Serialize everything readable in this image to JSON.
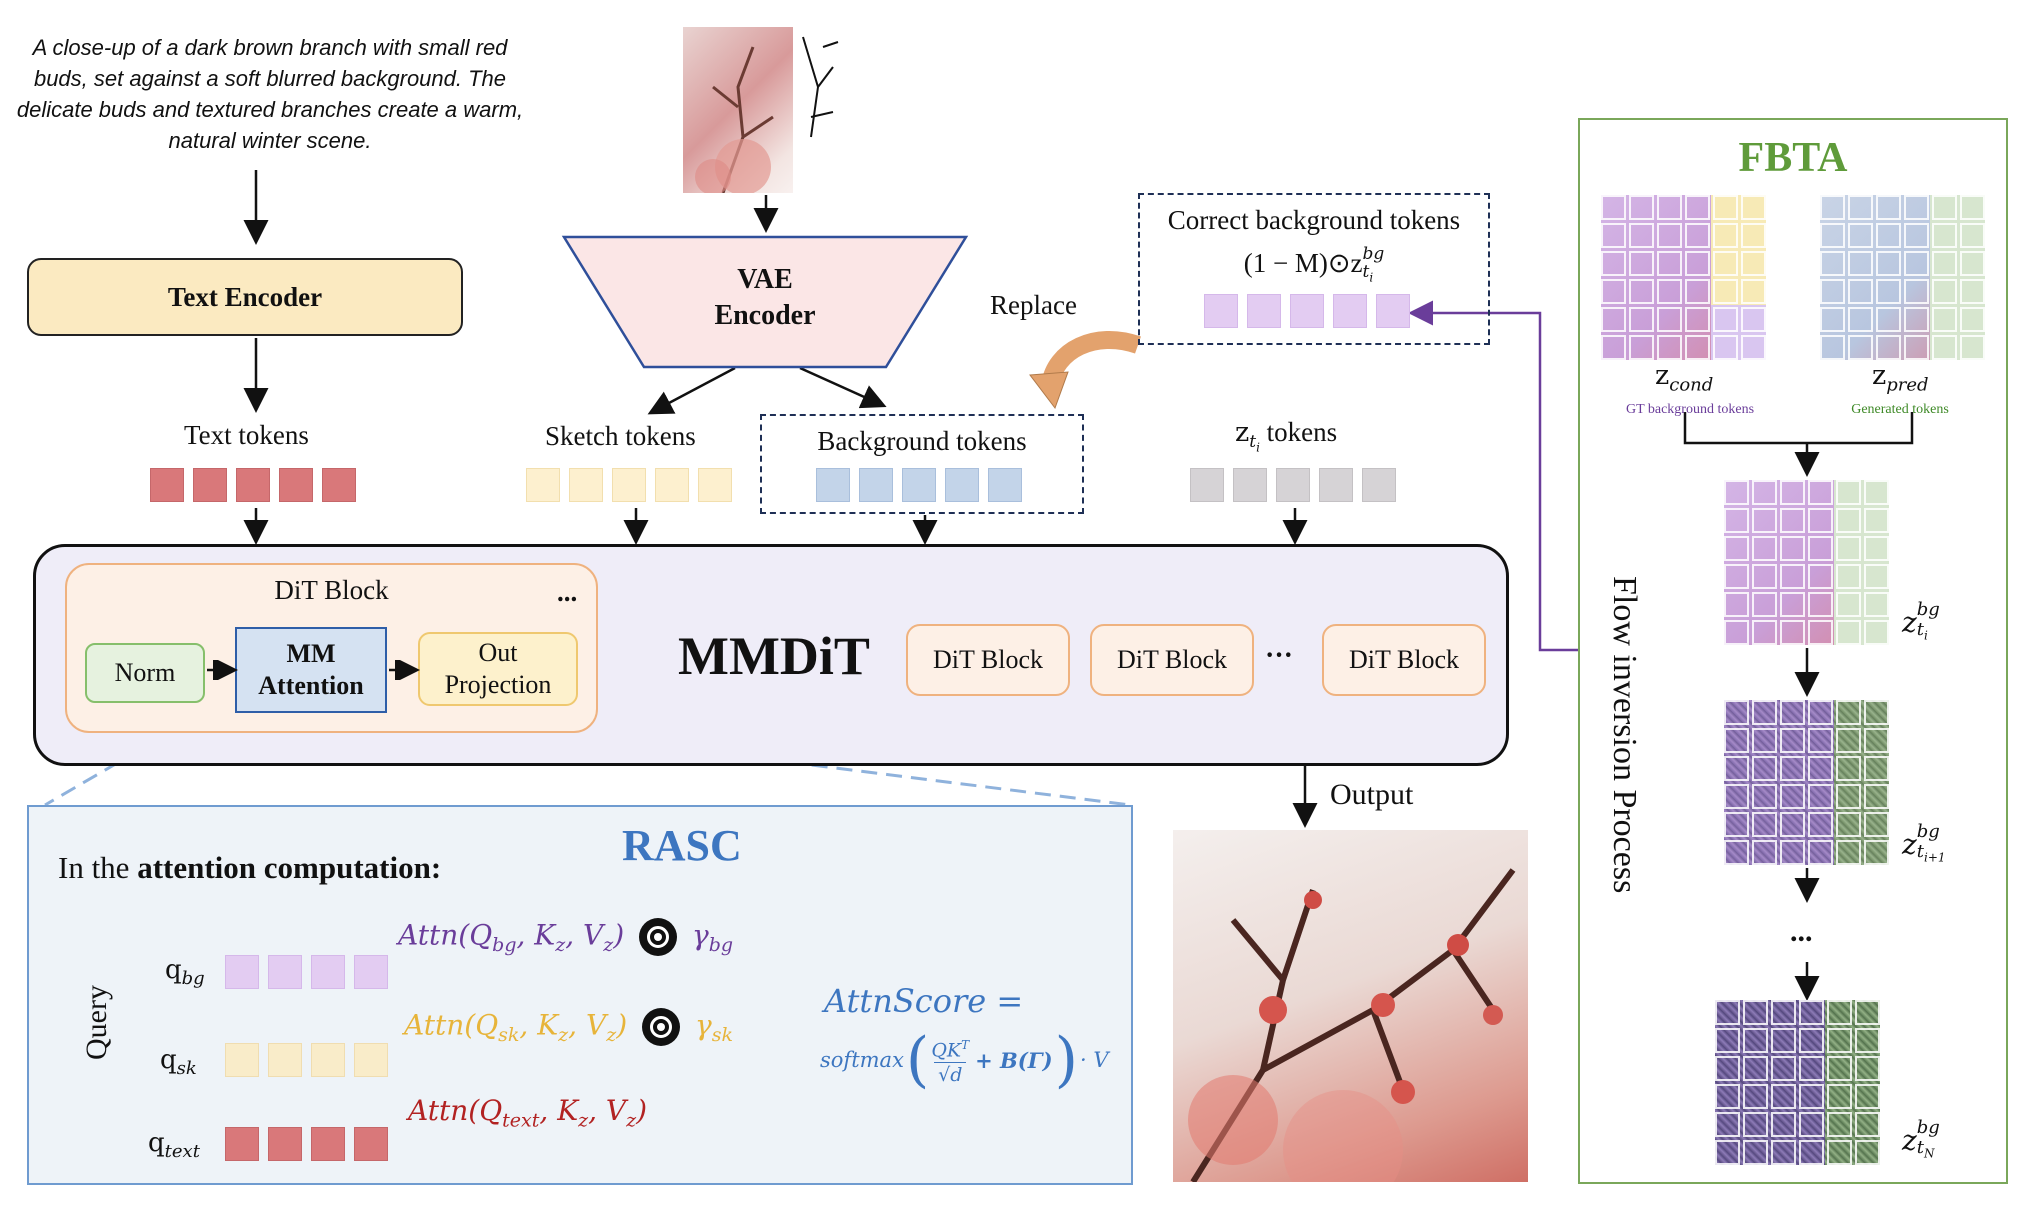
{
  "prompt_text": "A close-up of a dark brown branch with small red buds, set against a soft blurred background. The delicate buds and textured branches create a warm, natural winter scene.",
  "text_encoder": "Text Encoder",
  "vae_encoder": {
    "line1": "VAE",
    "line2": "Encoder"
  },
  "replace_label": "Replace",
  "correct_bg": {
    "title": "Correct background tokens",
    "formula_main": "(1 − M)⊙z",
    "formula_sup": "bg",
    "formula_sub": "t",
    "formula_subsub": "i"
  },
  "token_labels": {
    "text": "Text tokens",
    "sketch": "Sketch tokens",
    "background": "Background tokens",
    "zt_main": "z",
    "zt_sub": "t",
    "zt_subsub": "i",
    "zt_suffix": " tokens"
  },
  "mmdit": {
    "title": "MMDiT",
    "dit_block_title": "DiT Block",
    "ellipsis": "...",
    "norm": "Norm",
    "mm_attention": {
      "line1": "MM",
      "line2": "Attention"
    },
    "out_projection": {
      "line1": "Out",
      "line2": "Projection"
    },
    "blocks": [
      "DiT Block",
      "DiT Block",
      "DiT Block"
    ],
    "dots": "···"
  },
  "output_label": "Output",
  "rasc": {
    "title": "RASC",
    "heading_plain": "In the ",
    "heading_bold": "attention computation:",
    "query_label": "Query",
    "rows": [
      {
        "q": "q",
        "q_sub": "bg",
        "attn": "Attn(Q",
        "attn_sub": "bg",
        "attn_rest": ", K",
        "kz": "z",
        "vz": ", V",
        "vz_sub": "z",
        "close": ")",
        "gamma": "γ",
        "gamma_sub": "bg",
        "color": "#6a3d9a"
      },
      {
        "q": "q",
        "q_sub": "sk",
        "attn": "Attn(Q",
        "attn_sub": "sk",
        "attn_rest": ", K",
        "kz": "z",
        "vz": ", V",
        "vz_sub": "z",
        "close": ")",
        "gamma": "γ",
        "gamma_sub": "sk",
        "color": "#e7b43a"
      },
      {
        "q": "q",
        "q_sub": "text",
        "attn": "Attn(Q",
        "attn_sub": "text",
        "attn_rest": ", K",
        "kz": "z",
        "vz": ", V",
        "vz_sub": "z",
        "close": ")",
        "gamma": "",
        "gamma_sub": "",
        "color": "#b22222"
      }
    ],
    "attnscore": "AttnScore =",
    "softmax": "softmax",
    "qk": "QK",
    "qk_sup": "T",
    "sqrt_d": "√d",
    "plus_b": "+ B(Γ)",
    "dot_v": "· V"
  },
  "fbta": {
    "title": "FBTA",
    "z_cond": "z",
    "z_cond_sub": "cond",
    "z_pred": "z",
    "z_pred_sub": "pred",
    "gt_label": "GT background tokens",
    "gen_label": "Generated tokens",
    "flow_inversion": "Flow inversion Process",
    "vdots": "...",
    "z_labels": [
      {
        "main": "z",
        "sup": "bg",
        "sub": "t",
        "subsub": "i"
      },
      {
        "main": "z",
        "sup": "bg",
        "sub": "t",
        "subsub": "i+1"
      },
      {
        "main": "z",
        "sup": "bg",
        "sub": "t",
        "subsub": "N"
      }
    ]
  },
  "colors": {
    "text_token": "#d9787a",
    "sketch_token": "#fdf0cf",
    "bg_token": "#c3d4e9",
    "zt_token": "#d6d3d6",
    "bg_correct_token": "#e3ccf2",
    "text_encoder_fill": "#fbeac1",
    "vae_fill": "#fbe6e6",
    "vae_stroke": "#2f4f9a",
    "mmdit_fill": "#efedf8",
    "ditblock_fill": "#fdf0e6",
    "ditblock_stroke": "#efb27f",
    "norm_fill": "#e6f2df",
    "norm_stroke": "#86bf6b",
    "mm_fill": "#d5e2f2",
    "mm_stroke": "#2e5ea8",
    "outproj_fill": "#fdf1cc",
    "outproj_stroke": "#efc86f",
    "rasc_fill": "#eef3f8",
    "rasc_stroke": "#6f9bd0",
    "rasc_title": "#3d76c0",
    "fbta_stroke": "#7aa75a",
    "fbta_title": "#5f9b3a",
    "purple": "#6a3d9a",
    "orange_arrow": "#e3a26d"
  }
}
